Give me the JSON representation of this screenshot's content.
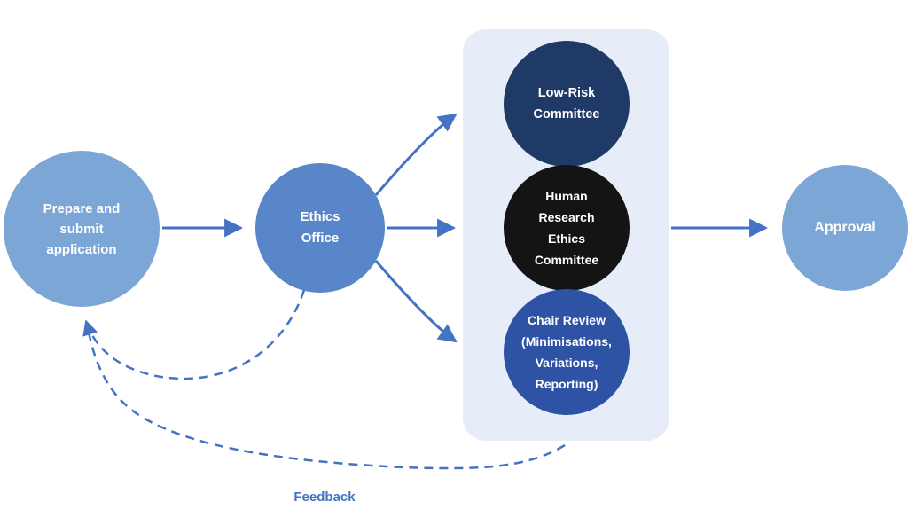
{
  "nodes": {
    "prepare": {
      "label": "Prepare and submit application",
      "lines": [
        "Prepare and",
        "submit",
        "application"
      ],
      "color": "#7CA6D6"
    },
    "ethics_office": {
      "label": "Ethics Office",
      "lines": [
        "Ethics",
        "Office"
      ],
      "color": "#5886C8"
    },
    "low_risk_committee": {
      "label": "Low-Risk Committee",
      "lines": [
        "Low-Risk",
        "Committee"
      ],
      "color": "#203A68"
    },
    "human_research_ethics_committee": {
      "label": "Human Research Ethics Committee",
      "lines": [
        "Human",
        "Research",
        "Ethics",
        "Committee"
      ],
      "color": "#141414"
    },
    "chair_review": {
      "label": "Chair Review (Minimisations, Variations, Reporting)",
      "lines": [
        "Chair Review",
        "(Minimisations,",
        "Variations,",
        "Reporting)"
      ],
      "color": "#2E52A4"
    },
    "approval": {
      "label": "Approval",
      "lines": [
        "Approval"
      ],
      "color": "#7CA6D6"
    }
  },
  "panel": {
    "color": "#E6EDF9"
  },
  "labels": {
    "feedback": "Feedback"
  },
  "colors": {
    "arrow": "#4472C4",
    "feedback_text": "#4472C4",
    "node_text": "#FFFFFF",
    "background": "#FFFFFF"
  },
  "edges": [
    {
      "from": "prepare",
      "to": "ethics_office",
      "style": "solid"
    },
    {
      "from": "ethics_office",
      "to": "low_risk_committee",
      "style": "solid"
    },
    {
      "from": "ethics_office",
      "to": "human_research_ethics_committee",
      "style": "solid"
    },
    {
      "from": "ethics_office",
      "to": "chair_review",
      "style": "solid"
    },
    {
      "from": "committee_panel",
      "to": "approval",
      "style": "solid"
    },
    {
      "from": "ethics_office",
      "to": "prepare",
      "style": "dashed",
      "label": "Feedback"
    },
    {
      "from": "committee_panel",
      "to": "prepare",
      "style": "dashed",
      "label": "Feedback"
    }
  ]
}
